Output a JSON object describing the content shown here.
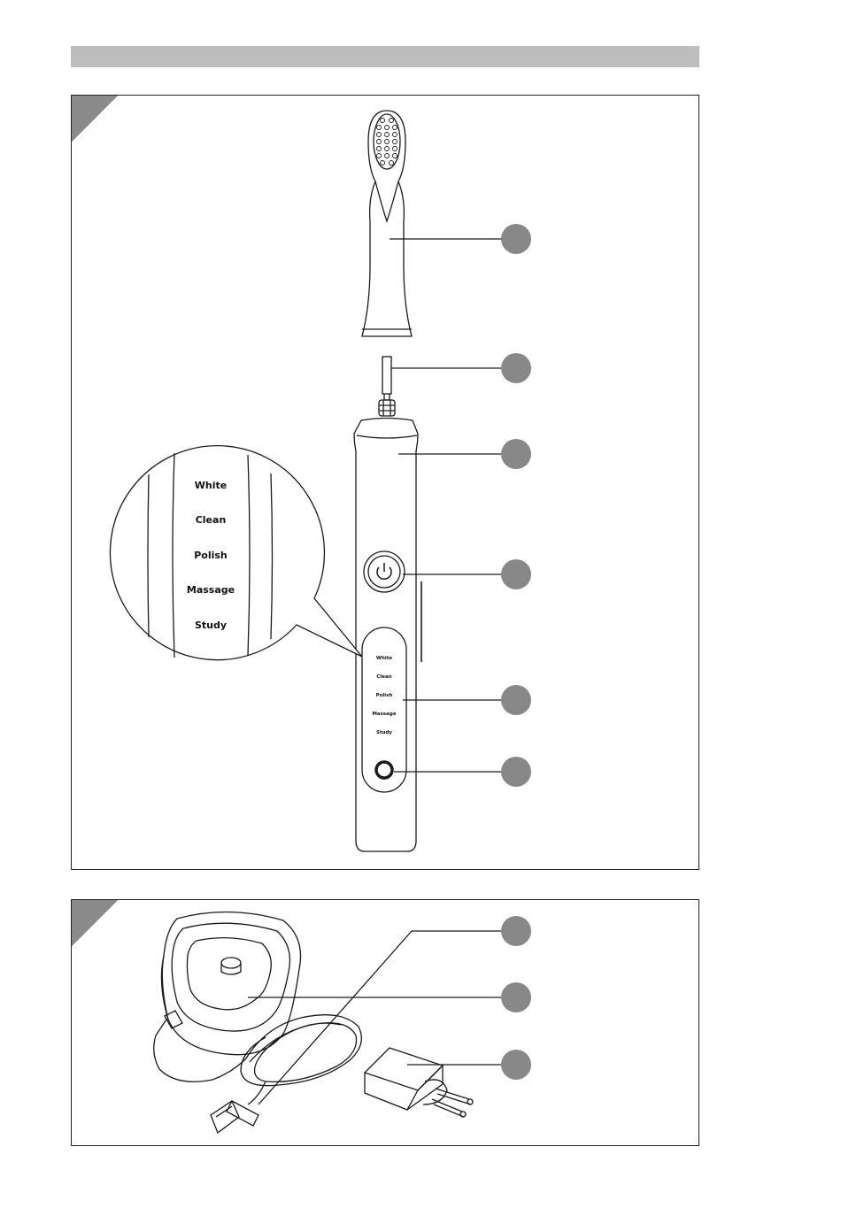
{
  "magnifier_modes": [
    "White",
    "Clean",
    "Polish",
    "Massage",
    "Study"
  ],
  "handle_modes": [
    "White",
    "Clean",
    "Polish",
    "Massage",
    "Study"
  ],
  "callout_count_figure_a": 6,
  "callout_count_figure_b": 3,
  "colors": {
    "header_bar": "#bdbdbd",
    "corner_marker": "#8a8a8a",
    "callout_circle": "#888888",
    "line_art": "#1a1a1a"
  },
  "icons": {
    "power_button": "power-icon",
    "mode_button": "ring-button-icon"
  }
}
